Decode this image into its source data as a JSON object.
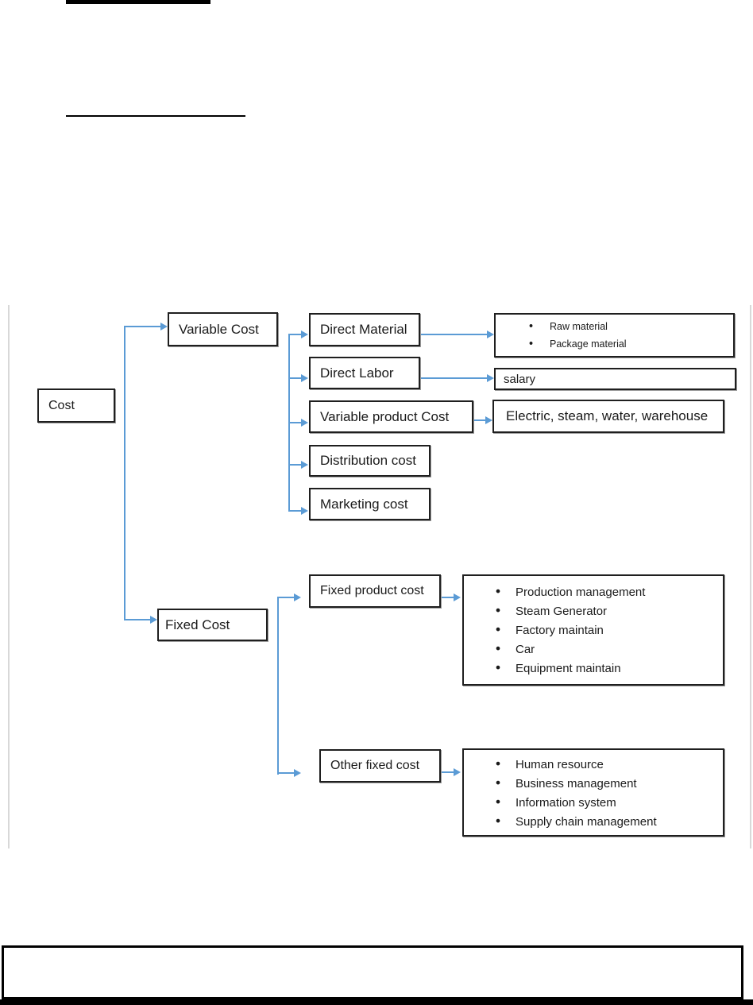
{
  "diagram": {
    "connector_color": "#5B9BD5",
    "root": {
      "label": "Cost"
    },
    "level1": {
      "variable_cost": "Variable Cost",
      "fixed_cost": "Fixed Cost"
    },
    "variable_children": {
      "direct_material": "Direct Material",
      "direct_labor": "Direct Labor",
      "variable_product_cost": "Variable product Cost",
      "distribution_cost": "Distribution cost",
      "marketing_cost": "Marketing cost"
    },
    "variable_details": {
      "direct_material_items": [
        "Raw material",
        "Package material"
      ],
      "direct_labor_note": "salary",
      "variable_product_note": "Electric, steam, water, warehouse"
    },
    "fixed_children": {
      "fixed_product_cost": "Fixed product cost",
      "other_fixed_cost": "Other fixed cost"
    },
    "fixed_details": {
      "fixed_product_items": [
        "Production management",
        "Steam Generator",
        "Factory maintain",
        "Car",
        "Equipment maintain"
      ],
      "other_fixed_items": [
        "Human resource",
        "Business management",
        "Information system",
        "Supply chain management"
      ]
    }
  }
}
